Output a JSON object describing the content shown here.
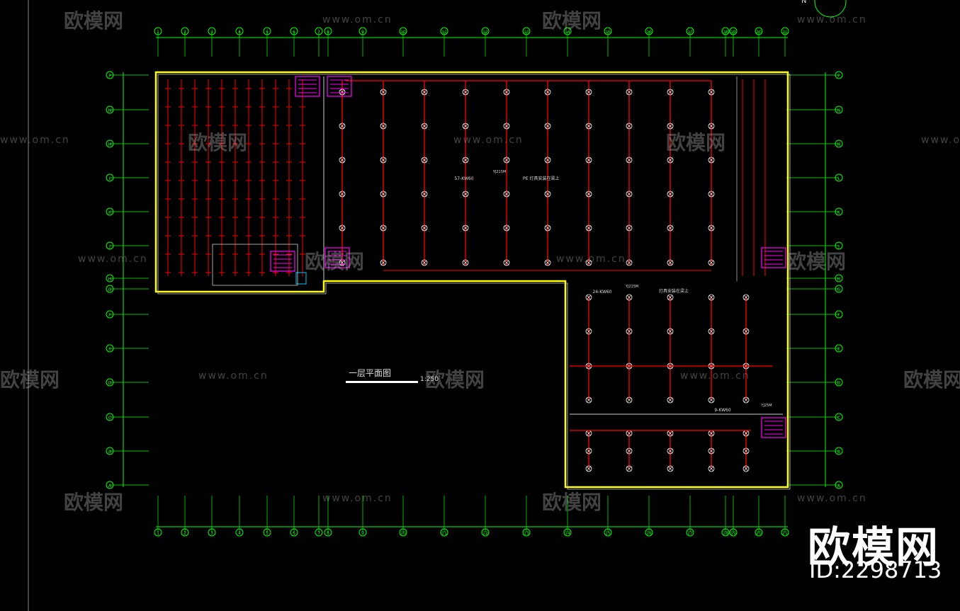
{
  "drawing": {
    "title": "一层平面图",
    "scale": "1:250",
    "north_label": "N"
  },
  "branding": {
    "logo_text": "欧模网",
    "id_text": "ID:2298713"
  },
  "watermarks": {
    "brand": "欧模网",
    "url": "www.om.cn"
  },
  "axes": {
    "columns": [
      "1",
      "2",
      "3",
      "4",
      "5",
      "6",
      "7",
      "8",
      "9",
      "10",
      "11",
      "12",
      "13",
      "14",
      "15",
      "16",
      "17",
      "18",
      "19",
      "20",
      "21"
    ],
    "rows": [
      "P",
      "N",
      "M",
      "L",
      "K",
      "J",
      "H",
      "G",
      "F",
      "E",
      "D",
      "C",
      "B",
      "A"
    ]
  },
  "panels": {
    "main": "57-KW60",
    "main_spec": "YJ215M",
    "main_note": "PE 灯具安装在梁上",
    "south": "24-KW60",
    "south_spec": "YJ215M",
    "south_note": "灯具安装在梁上",
    "east": "9-KW60",
    "east_spec": "YJ25M"
  },
  "colors": {
    "background": "#000000",
    "grid": "#00ff00",
    "wall": "#ffff00",
    "circuit": "#ff0000",
    "fixture": "#ffffff",
    "equipment": "#ff00ff",
    "cyan": "#00c8ff"
  }
}
